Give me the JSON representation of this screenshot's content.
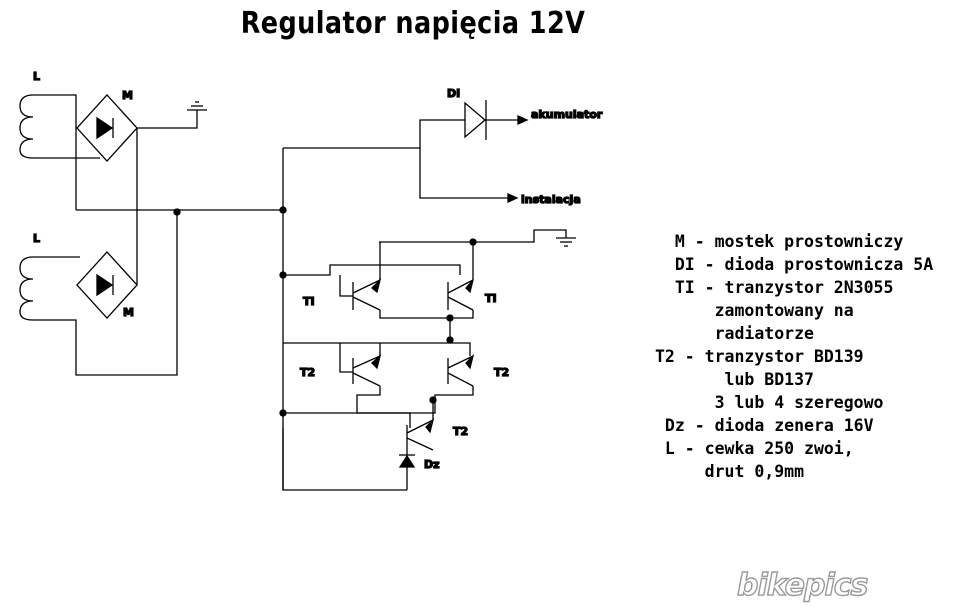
{
  "title": "Regulator napięcia 12V",
  "labels": {
    "L_top": "L",
    "L_bottom": "L",
    "M_top": "M",
    "M_bottom": "M",
    "D1": "DI",
    "akumulator": "akumulator",
    "instalacja": "instalacja",
    "T1_left": "TI",
    "T1_right": "TI",
    "T2_left": "T2",
    "T2_right": "T2",
    "T2_bottom": "T2",
    "Dz": "Dz"
  },
  "legend": [
    {
      "indent": "  ",
      "text": "M - mostek prostowniczy"
    },
    {
      "indent": "  ",
      "text": "DI - dioda prostownicza 5A"
    },
    {
      "indent": "  ",
      "text": "TI - tranzystor 2N3055"
    },
    {
      "indent": "      ",
      "text": "zamontowany na"
    },
    {
      "indent": "      ",
      "text": "radiatorze"
    },
    {
      "indent": "",
      "text": "T2 - tranzystor BD139"
    },
    {
      "indent": "       ",
      "text": "lub BD137"
    },
    {
      "indent": "      ",
      "text": "3 lub 4 szeregowo"
    },
    {
      "indent": " ",
      "text": "Dz - dioda zenera 16V"
    },
    {
      "indent": " ",
      "text": "L - cewka 250 zwoi,"
    },
    {
      "indent": "     ",
      "text": "drut 0,9mm"
    }
  ],
  "logo": {
    "text": "bikepics"
  }
}
